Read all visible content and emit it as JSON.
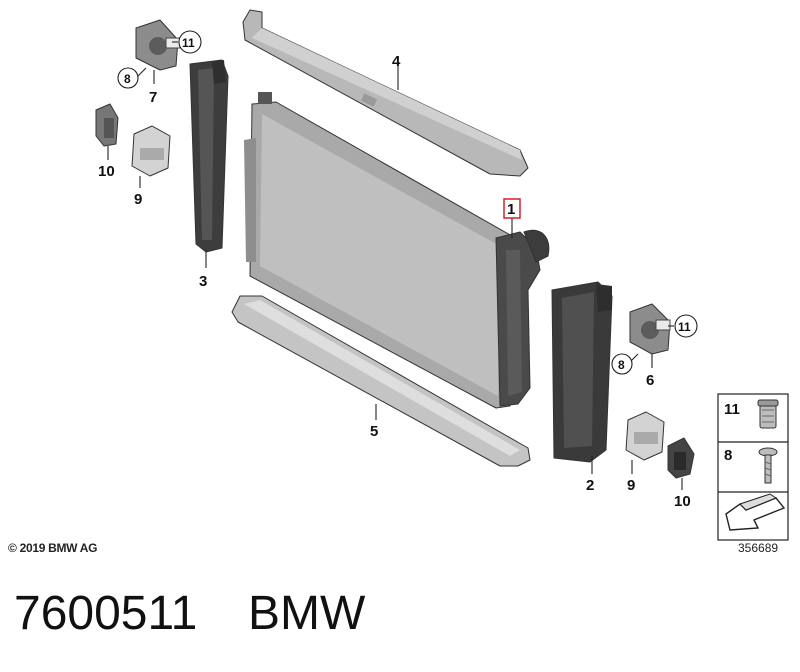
{
  "callouts": {
    "c1": "1",
    "c2": "2",
    "c3": "3",
    "c4": "4",
    "c5": "5",
    "c6": "6",
    "c7": "7",
    "c8a": "8",
    "c8b": "8",
    "c9a": "9",
    "c9b": "9",
    "c10a": "10",
    "c10b": "10",
    "c11a": "11",
    "c11b": "11"
  },
  "legend": {
    "k11": "11",
    "k8": "8"
  },
  "copyright": "© 2019 BMW AG",
  "drawing_number": "356689",
  "part_number": "7600511",
  "brand": "BMW",
  "colors": {
    "highlight": "#d2232a",
    "part_fill": "#bdbdbd",
    "dark_part": "#3a3a3a"
  }
}
